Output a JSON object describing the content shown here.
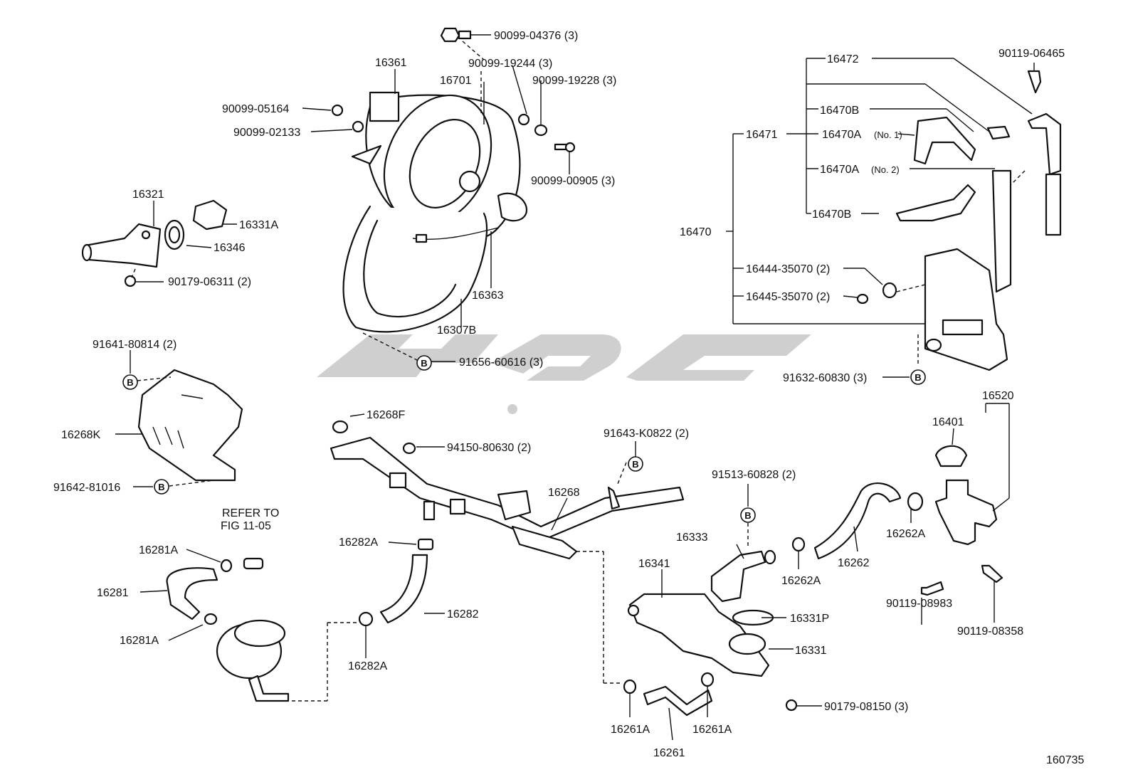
{
  "figure_code": "160735",
  "badge_letter": "B",
  "labels": {
    "p90099_04376": "90099-04376 (3)",
    "p90099_19244": "90099-19244 (3)",
    "p90099_19228": "90099-19228 (3)",
    "p16361": "16361",
    "p16701": "16701",
    "p90099_05164": "90099-05164",
    "p90099_02133": "90099-02133",
    "p90099_00905": "90099-00905 (3)",
    "p16321": "16321",
    "p16331A": "16331A",
    "p16346": "16346",
    "p90179_06311": "90179-06311 (2)",
    "p16363": "16363",
    "p16307B": "16307B",
    "p91656_60616": "91656-60616 (3)",
    "p91641_80814": "91641-80814 (2)",
    "p16268K": "16268K",
    "p91642_81016": "91642-81016",
    "p16268F": "16268F",
    "p94150_80630": "94150-80630 (2)",
    "p91643_K0822": "91643-K0822 (2)",
    "p16268": "16268",
    "refer_to": "REFER TO",
    "fig_ref": "FIG 11-05",
    "p16281A_1": "16281A",
    "p16281": "16281",
    "p16281A_2": "16281A",
    "p16282A_1": "16282A",
    "p16282": "16282",
    "p16282A_2": "16282A",
    "p91513_60828": "91513-60828 (2)",
    "p16333": "16333",
    "p16341": "16341",
    "p16331P": "16331P",
    "p16331": "16331",
    "p90179_08150": "90179-08150 (3)",
    "p16261A_1": "16261A",
    "p16261A_2": "16261A",
    "p16261": "16261",
    "p16262A_1": "16262A",
    "p16262": "16262",
    "p16262A_2": "16262A",
    "p16472": "16472",
    "p90119_06465": "90119-06465",
    "p16470B_1": "16470B",
    "p16471": "16471",
    "p16470A_1": "16470A",
    "no1": "(No. 1)",
    "p16470A_2": "16470A",
    "no2": "(No. 2)",
    "p16470B_2": "16470B",
    "p16470": "16470",
    "p16444": "16444-35070 (2)",
    "p16445": "16445-35070 (2)",
    "p91632_60830": "91632-60830 (3)",
    "p16520": "16520",
    "p16401": "16401",
    "p90119_08983": "90119-08983",
    "p90119_08358": "90119-08358"
  }
}
